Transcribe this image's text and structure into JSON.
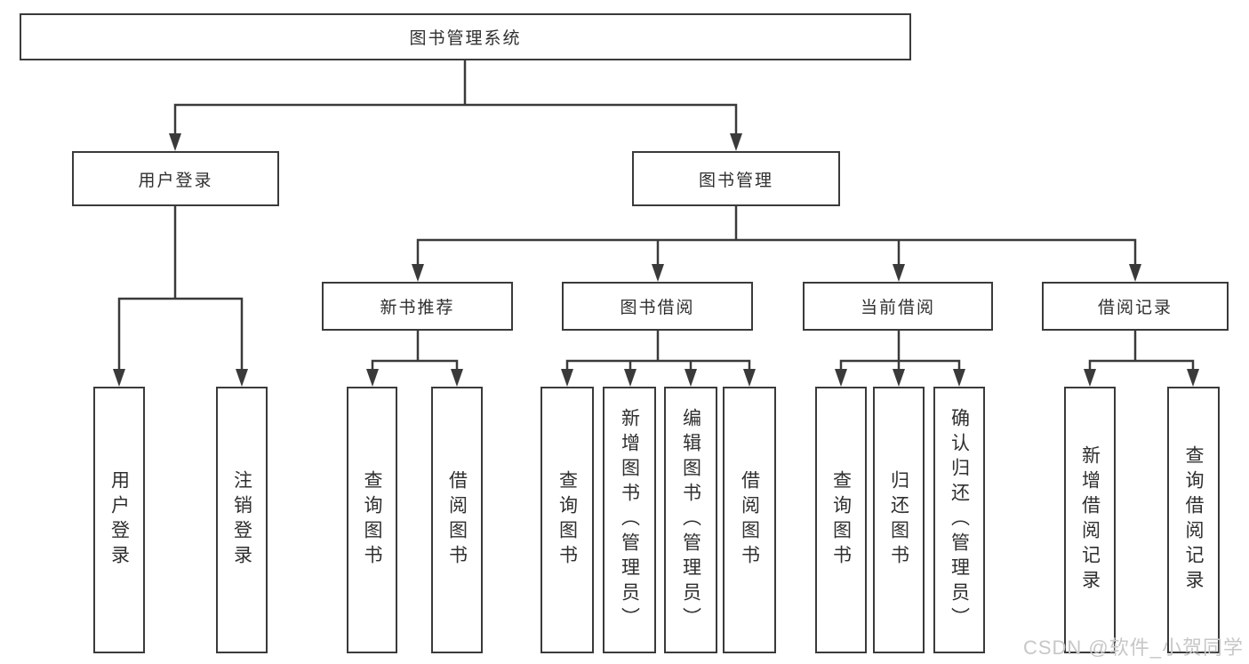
{
  "diagram": {
    "title": "图书管理系统",
    "root": {
      "label": "图书管理系统"
    },
    "branches": [
      {
        "label": "用户登录",
        "children": [
          {
            "label": "用户登录"
          },
          {
            "label": "注销登录"
          }
        ]
      },
      {
        "label": "图书管理",
        "children": [
          {
            "label": "新书推荐",
            "children": [
              {
                "label": "查询图书"
              },
              {
                "label": "借阅图书"
              }
            ]
          },
          {
            "label": "图书借阅",
            "children": [
              {
                "label": "查询图书"
              },
              {
                "label": "新增图书（管理员）"
              },
              {
                "label": "编辑图书（管理员）"
              },
              {
                "label": "借阅图书"
              }
            ]
          },
          {
            "label": "当前借阅",
            "children": [
              {
                "label": "查询图书"
              },
              {
                "label": "归还图书"
              },
              {
                "label": "确认归还（管理员）"
              }
            ]
          },
          {
            "label": "借阅记录",
            "children": [
              {
                "label": "新增借阅记录"
              },
              {
                "label": "查询借阅记录"
              }
            ]
          }
        ]
      }
    ],
    "watermark": "CSDN @软件_小贺同学",
    "colors": {
      "line": "#3a3a3a",
      "box_background": "#ffffff",
      "text": "#2f2f2f",
      "watermark": "#c7c7c7"
    }
  }
}
